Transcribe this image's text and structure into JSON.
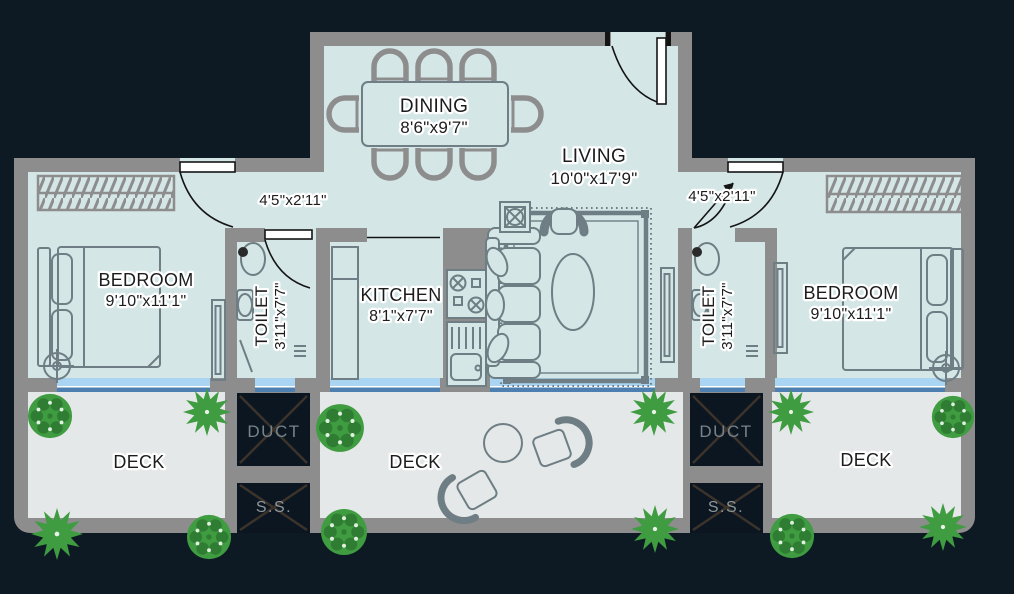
{
  "rooms": {
    "dining": {
      "name": "DINING",
      "dims": "8'6\"x9'7\""
    },
    "living": {
      "name": "LIVING",
      "dims": "10'0\"x17'9\""
    },
    "kitchen": {
      "name": "KITCHEN",
      "dims": "8'1\"x7'7\""
    },
    "bedroom_left": {
      "name": "BEDROOM",
      "dims": "9'10\"x11'1\""
    },
    "bedroom_right": {
      "name": "BEDROOM",
      "dims": "9'10\"x11'1\""
    },
    "toilet_left": {
      "name": "TOILET",
      "dims": "3'11\"x7'7\""
    },
    "toilet_right": {
      "name": "TOILET",
      "dims": "3'11\"x7'7\""
    },
    "passage_left": {
      "dims": "4'5\"x2'11\""
    },
    "passage_right": {
      "dims": "4'5\"x2'11\""
    }
  },
  "decks": {
    "left": "DECK",
    "center": "DECK",
    "right": "DECK"
  },
  "shafts": {
    "duct_left": "DUCT",
    "duct_right": "DUCT",
    "ss_left": "S.S.",
    "ss_right": "S.S."
  },
  "colors": {
    "background": "#0d1a23",
    "floor": "#d5e6e7",
    "deck_floor": "#e4e8e8",
    "wall": "#8d8d8d",
    "window_light": "#a9d5f2",
    "window_dark": "#4d80b0",
    "plant_green": "#3f9c41",
    "plant_dark": "#2f7d33",
    "furniture_stroke": "#6e7e84",
    "label_text": "#1c1c1c",
    "shaft_text": "#76838a"
  }
}
